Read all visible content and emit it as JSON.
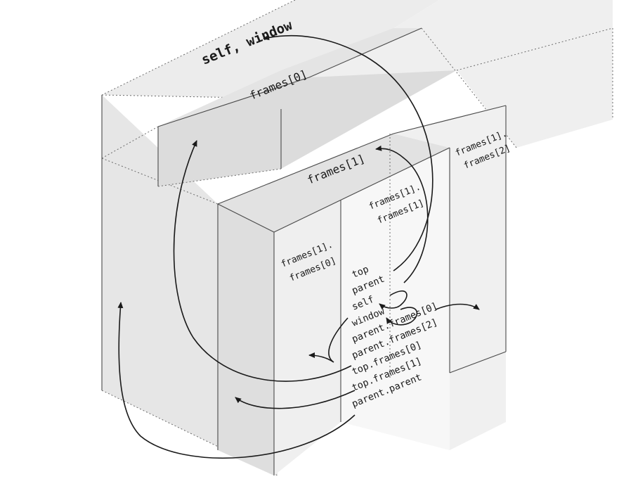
{
  "window_label": "self, window",
  "frames0_label": "frames[0]",
  "frames1_label": "frames[1]",
  "frames12_label": [
    "frames[1].",
    "frames[2]"
  ],
  "frames11_label": [
    "frames[1].",
    "frames[1]"
  ],
  "frames10_label": [
    "frames[1].",
    "frames[0]"
  ],
  "reference_list": [
    "top",
    "parent",
    "self",
    "window",
    "parent.frames[0]",
    "parent.frames[2]",
    "top.frames[0]",
    "top.frames[1]",
    "parent.parent"
  ],
  "colors": {
    "outer_box": "#e9e9e9",
    "middle_box": "#dedede",
    "inner_box": "#f4f4f4",
    "line": "#4a4a4a"
  }
}
